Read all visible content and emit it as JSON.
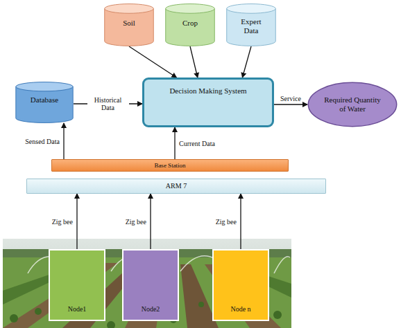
{
  "diagram": {
    "nodes": [
      {
        "text": [
          "Soil"
        ]
      },
      {
        "text": [
          "Crop"
        ]
      },
      {
        "text": [
          "Expert Data"
        ]
      },
      {
        "text": [
          "Database"
        ]
      },
      {
        "text": [
          "Decision Making System"
        ]
      },
      {
        "text": [
          "Required Quantity of Water"
        ]
      },
      {
        "text": [
          "Base Station"
        ]
      },
      {
        "text": [
          "ARM 7"
        ]
      },
      {
        "text": [
          "Node1"
        ]
      },
      {
        "text": [
          "Node2"
        ]
      },
      {
        "text": [
          "Node n"
        ]
      }
    ],
    "edges": [
      {
        "from": 0,
        "to": 4,
        "arrow": "to"
      },
      {
        "from": 1,
        "to": 4,
        "arrow": "to"
      },
      {
        "from": 2,
        "to": 4,
        "arrow": "to"
      },
      {
        "from": 3,
        "to": 4,
        "label": "Historical Data",
        "arrow": "to"
      },
      {
        "from": 4,
        "to": 5,
        "label": "Service",
        "arrow": "to"
      },
      {
        "from": 6,
        "to": 3,
        "label": "Sensed Data",
        "arrow": "to"
      },
      {
        "from": 6,
        "to": 4,
        "label": "Current Data",
        "arrow": "to"
      },
      {
        "from": 8,
        "to": 7,
        "label": "Zig bee",
        "arrow": "to"
      },
      {
        "from": 9,
        "to": 7,
        "label": "Zig bee",
        "arrow": "to"
      },
      {
        "from": 10,
        "to": 7,
        "label": "Zig bee",
        "arrow": "to"
      }
    ]
  }
}
